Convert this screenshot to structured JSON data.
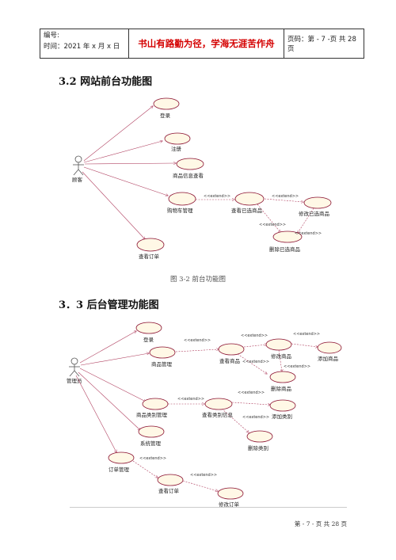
{
  "header": {
    "code_label": "编号:",
    "time_text": "时间：2021 年 x 月 x 日",
    "motto": "书山有路勤为径，学海无涯苦作舟",
    "page_text": "页码：第 - 7 -页 共 28 页"
  },
  "section1": {
    "title": "3.2 网站前台功能图",
    "actor": "顾客",
    "cases": [
      "登录",
      "注册",
      "商品信息查看",
      "购物车管理",
      "查看已选商品",
      "修改已选商品",
      "删除已选商品",
      "查看订单"
    ],
    "extend": "<<extend>>",
    "caption": "图 3-2  前台功能图"
  },
  "section2": {
    "title": "3．3 后台管理功能图",
    "actor": "管理员",
    "cases": [
      "登录",
      "商品管理",
      "查看商品",
      "修改商品",
      "添加商品",
      "删除商品",
      "商品类别管理",
      "查看类别信息",
      "添加类别",
      "删除类别",
      "系统管理",
      "订单管理",
      "查看订单",
      "修改订单"
    ],
    "extend": "<<extend>>"
  },
  "footer": {
    "page_text": "第 - 7 - 页  共 28 页"
  }
}
